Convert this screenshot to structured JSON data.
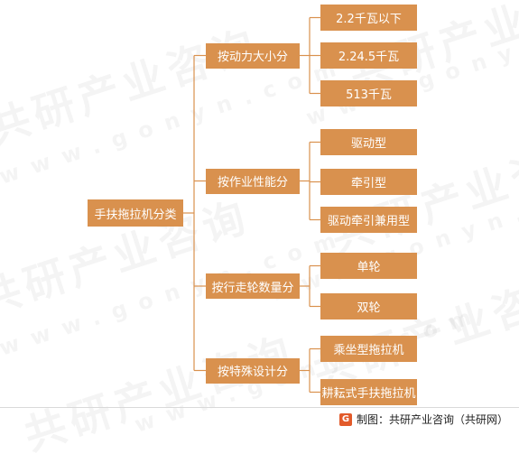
{
  "diagram": {
    "root": "手扶拖拉机分类",
    "categories": [
      {
        "label": "按动力大小分",
        "items": [
          "2.2千瓦以下",
          "2.24.5千瓦",
          "513千瓦"
        ]
      },
      {
        "label": "按作业性能分",
        "items": [
          "驱动型",
          "牵引型",
          "驱动牵引兼用型"
        ]
      },
      {
        "label": "按行走轮数量分",
        "items": [
          "单轮",
          "双轮"
        ]
      },
      {
        "label": "按特殊设计分",
        "items": [
          "乘坐型拖拉机",
          "耕耘式手扶拖拉机"
        ]
      }
    ]
  },
  "footer": {
    "source_text": "制图：共研产业咨询（共研网）",
    "logo_icon": "gonyn-logo-icon",
    "logo_glyph": "G"
  },
  "watermark": {
    "brand_text": "共研产业咨询",
    "domain_text": "www.gonyn.com"
  },
  "colors": {
    "box_fill": "#d9914e",
    "box_text": "#ffffff",
    "connector": "#d9914e"
  }
}
